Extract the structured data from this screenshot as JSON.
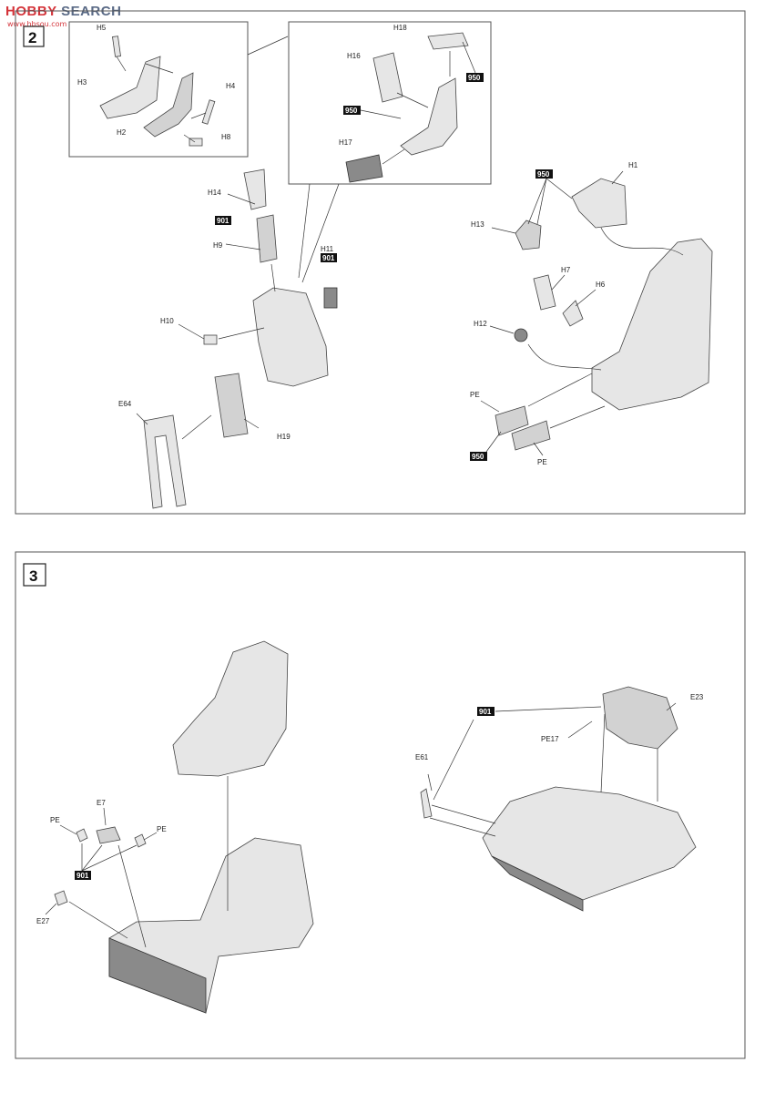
{
  "watermark": {
    "text_a": "HOBBY",
    "text_b": "SEARCH",
    "url": "www.hbsou.com"
  },
  "step2": {
    "number": "2",
    "labels": {
      "H5": "H5",
      "H3": "H3",
      "H2": "H2",
      "H4": "H4",
      "H8": "H8",
      "H18": "H18",
      "H16": "H16",
      "H17": "H17",
      "H14": "H14",
      "H9": "H9",
      "H11": "H11",
      "H10": "H10",
      "H19": "H19",
      "E64": "E64",
      "H1": "H1",
      "H13": "H13",
      "H7": "H7",
      "H6": "H6",
      "H12": "H12",
      "PE_a": "PE",
      "PE_b": "PE"
    },
    "tags": {
      "t950_a": "950",
      "t950_b": "950",
      "t901_a": "901",
      "t901_b": "901",
      "t950_c": "950",
      "t950_d": "950"
    }
  },
  "step3": {
    "number": "3",
    "labels": {
      "E7": "E7",
      "PE_a": "PE",
      "PE_b": "PE",
      "E27": "E27",
      "E61": "E61",
      "PE17": "PE17",
      "E23": "E23"
    },
    "tags": {
      "t901_a": "901",
      "t901_b": "901"
    }
  }
}
